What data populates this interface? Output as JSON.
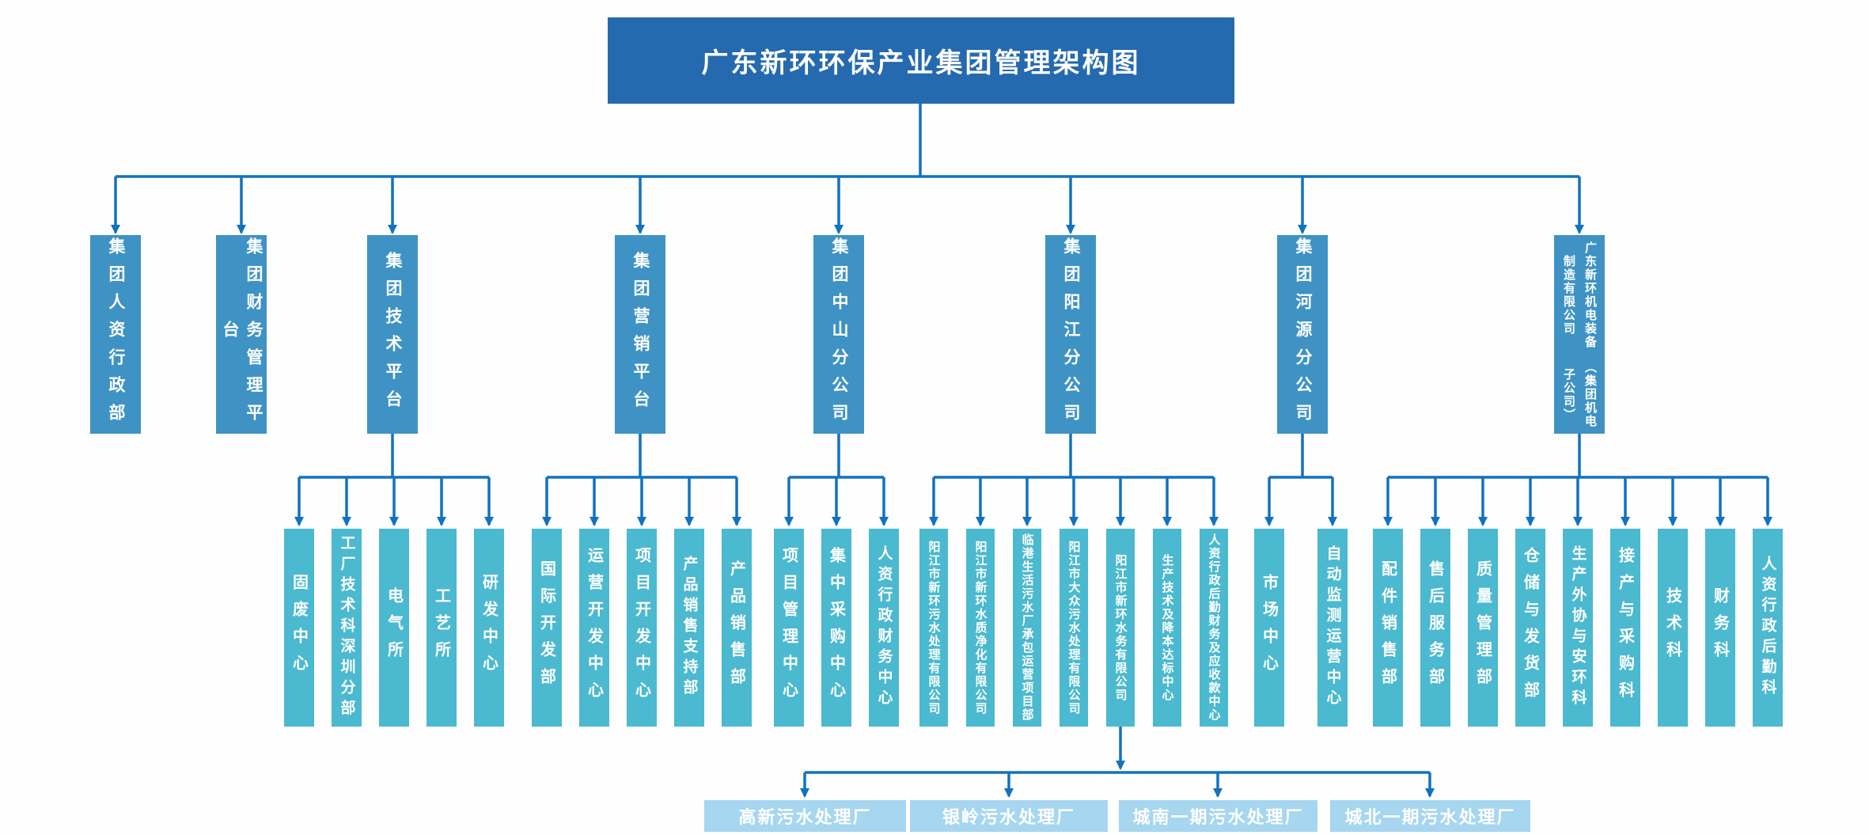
{
  "title": "广东新环环保产业集团管理架构图",
  "colors": {
    "title_box": "#2569AF",
    "level2_box": "#3E93C4",
    "level3_box": "#4BB9CF",
    "level4_box": "#A6D6F0",
    "connector": "#1272BE",
    "text": "#FFFFFF"
  },
  "level2": [
    {
      "label": "集团人资行政部"
    },
    {
      "label": "集团财务管理平台"
    },
    {
      "label": "集团技术平台"
    },
    {
      "label": "集团营销平台"
    },
    {
      "label": "集团中山分公司"
    },
    {
      "label": "集团阳江分公司"
    },
    {
      "label": "集团河源分公司"
    },
    {
      "label": "广东新环机电装备制造有限公司",
      "label_sub": "（集团机电子公司）"
    }
  ],
  "level3": {
    "tech": [
      "固废中心",
      "工厂技术科深圳分部",
      "电气所",
      "工艺所",
      "研发中心"
    ],
    "marketing": [
      "国际开发部",
      "运营开发中心",
      "项目开发中心",
      "产品销售支持部",
      "产品销售部"
    ],
    "zhongshan": [
      "项目管理中心",
      "集中采购中心",
      "人资行政财务中心"
    ],
    "yangjiang": [
      "阳江市新环污水处理有限公司",
      "阳江市新环水质净化有限公司",
      "临港生活污水厂承包运营项目部",
      "阳江市大众污水处理有限公司",
      "阳江市新环水务有限公司",
      "生产技术及降本达标中心",
      "人资行政后勤财务及应收款中心"
    ],
    "heyuan": [
      "市场中心",
      "自动监测运营中心"
    ],
    "jidian": [
      "配件销售部",
      "售后服务部",
      "质量管理部",
      "仓储与发货部",
      "生产外协与安环科",
      "接产与采购科",
      "技术科",
      "财务科",
      "人资行政后勤科"
    ]
  },
  "level4": [
    "高新污水处理厂",
    "银岭污水处理厂",
    "城南一期污水处理厂",
    "城北一期污水处理厂"
  ]
}
